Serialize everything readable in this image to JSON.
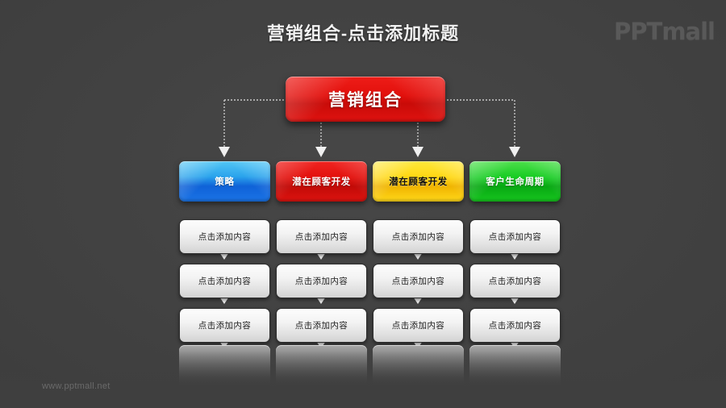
{
  "header": {
    "title": "营销组合-点击添加标题",
    "logo": "PPTmall"
  },
  "footer": {
    "url": "www.pptmall.net"
  },
  "diagram": {
    "root": {
      "label": "营销组合",
      "color": "#e2100c"
    },
    "columns": [
      {
        "category": {
          "label": "策略",
          "color": "#1b74e6",
          "text_color": "#ffffff"
        },
        "cells": [
          "点击添加内容",
          "点击添加内容",
          "点击添加内容"
        ]
      },
      {
        "category": {
          "label": "潜在顾客开发",
          "color": "#e2110d",
          "text_color": "#ffffff"
        },
        "cells": [
          "点击添加内容",
          "点击添加内容",
          "点击添加内容"
        ]
      },
      {
        "category": {
          "label": "潜在顾客开发",
          "color": "#ffd712",
          "text_color": "#111111"
        },
        "cells": [
          "点击添加内容",
          "点击添加内容",
          "点击添加内容"
        ]
      },
      {
        "category": {
          "label": "客户生命周期",
          "color": "#17cc23",
          "text_color": "#ffffff"
        },
        "cells": [
          "点击添加内容",
          "点击添加内容",
          "点击添加内容"
        ]
      }
    ]
  },
  "colors": {
    "background": "#3f3f3f",
    "title_text": "#f2f2f2",
    "logo": "#595959",
    "footer_text": "#6a6a6a",
    "connector": "#c9c9c9"
  }
}
